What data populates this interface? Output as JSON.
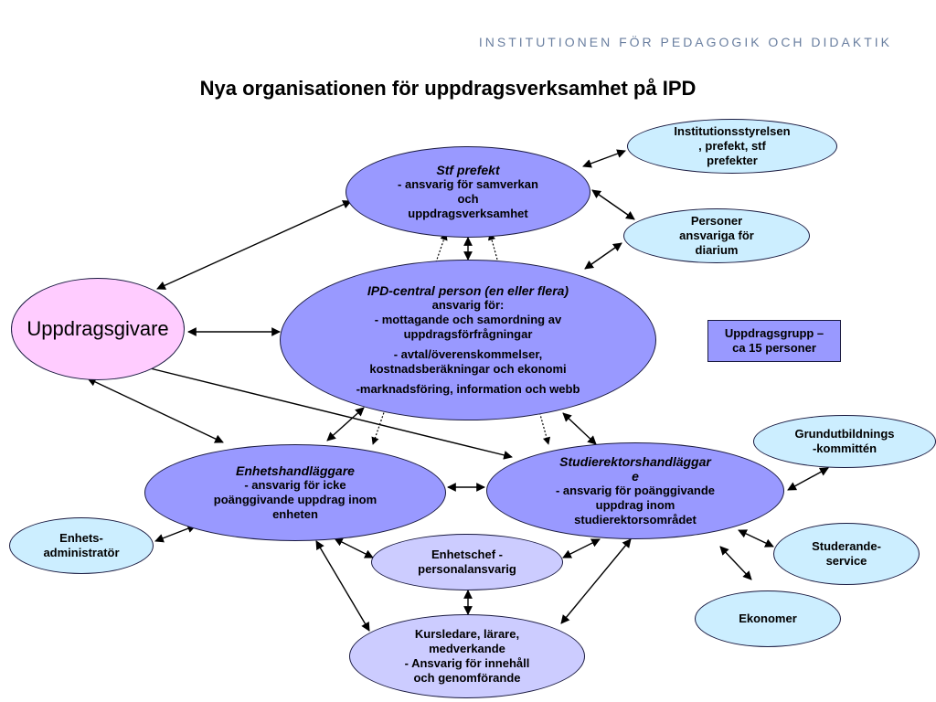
{
  "header": "INSTITUTIONEN FÖR PEDAGOGIK OCH DIDAKTIK",
  "title": "Nya organisationen för uppdragsverksamhet på IPD",
  "nodes": {
    "stf": {
      "heading": "Stf prefekt",
      "lines": [
        "- ansvarig för samverkan",
        "och",
        "uppdragsverksamhet"
      ]
    },
    "ipd": {
      "heading": "IPD-central person (en eller flera)",
      "lines": [
        "ansvarig för:",
        "-  mottagande och samordning av",
        "uppdragsförfrågningar",
        "- avtal/överenskommelser,",
        "kostnadsberäkningar och ekonomi",
        "-marknadsföring, information och webb"
      ]
    },
    "uppdragsgivare": {
      "label": "Uppdragsgivare"
    },
    "styrelsen": {
      "lines": [
        "Institutionsstyrelsen",
        ", prefekt, stf",
        "prefekter"
      ]
    },
    "diarium": {
      "lines": [
        "Personer",
        "ansvariga för",
        "diarium"
      ]
    },
    "uppdragsgrupp": {
      "lines": [
        "Uppdragsgrupp –",
        "ca 15 personer"
      ]
    },
    "enhetshandlaggare": {
      "heading": "Enhetshandläggare",
      "lines": [
        "- ansvarig för icke",
        "poänggivande uppdrag inom",
        "enheten"
      ]
    },
    "studierektor": {
      "heading": "Studierektorshandläggar",
      "heading2": "e",
      "lines": [
        "- ansvarig för poänggivande",
        "uppdrag inom",
        "studierektorsområdet"
      ]
    },
    "grundutbildning": {
      "lines": [
        "Grundutbildnings",
        "-kommittén"
      ]
    },
    "enhetsadmin": {
      "lines": [
        "Enhets-",
        "administratör"
      ]
    },
    "enhetschef": {
      "lines": [
        "Enhetschef -",
        "personalansvarig"
      ]
    },
    "studerandeservice": {
      "lines": [
        "Studerande-",
        "service"
      ]
    },
    "ekonomer": {
      "lines": [
        "Ekonomer"
      ]
    },
    "kursledare": {
      "lines": [
        "Kursledare, lärare,",
        "medverkande",
        "- Ansvarig för innehåll",
        "och genomförande"
      ]
    }
  },
  "colors": {
    "dark": "#9999ff",
    "light": "#ccccff",
    "cyan": "#cceeff",
    "pink": "#ffccff",
    "header": "#6a7fa0"
  }
}
